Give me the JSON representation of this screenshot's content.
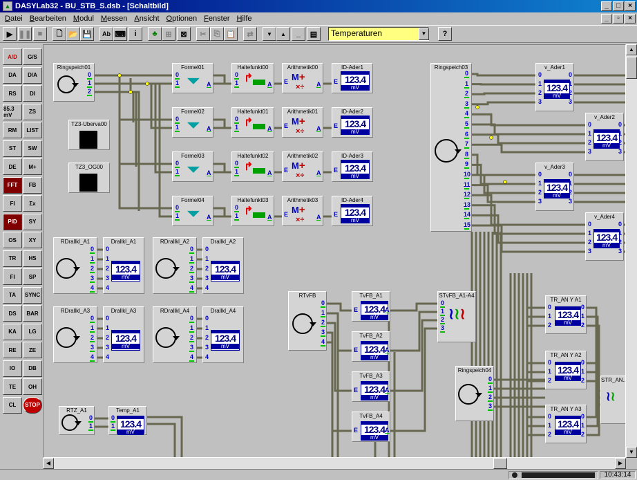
{
  "window": {
    "title": "DASYLab32 - BU_STB_S.dsb - [Schaltbild]"
  },
  "menu": [
    "Datei",
    "Bearbeiten",
    "Modul",
    "Messen",
    "Ansicht",
    "Optionen",
    "Fenster",
    "Hilfe"
  ],
  "toolbar": {
    "combo_value": "Temperaturen",
    "help_label": "?"
  },
  "status": {
    "time": "10:43:14"
  },
  "meter": {
    "value": "123.4",
    "unit": "mV"
  },
  "blocks": {
    "ringspeich01": "Ringspeich01",
    "formel00": "Formel01",
    "formel02": "Formel02",
    "formel03": "Formel03",
    "formel04": "Formel04",
    "halte00": "Haltefunkt00",
    "halte01": "Haltefunkt01",
    "halte02": "Haltefunkt02",
    "halte03": "Haltefunkt03",
    "arith00": "Arithmetik00",
    "arith01": "Arithmetik01",
    "arith02": "Arithmetik02",
    "arith03": "Arithmetik03",
    "ider1": "ID-Ader1",
    "ider2": "ID-Ader2",
    "ider3": "ID-Ader3",
    "ider4": "ID-Ader4",
    "tz23u": "TZ3-Uberva00",
    "tz23o": "TZ3_OG00",
    "rdra1": "RDrallkl_A1",
    "dra1": "Drallkl_A1",
    "rdra2": "RDrallkl_A2",
    "dra2": "Drallkl_A2",
    "rdra3": "RDrallkl_A3",
    "dra3": "Drallkl_A3",
    "rdra4": "RDrallkl_A4",
    "dra4": "Drallkl_A4",
    "rtz": "RTZ_A1",
    "temp": "Temp_A1",
    "rtvfb": "RTvFB",
    "tvfb1": "TvFB_A1",
    "tvfb2": "TvFB_A2",
    "tvfb3": "TvFB_A3",
    "tvfb4": "TvFB_A4",
    "stvfb": "STvFB_A1-A4",
    "ringspeich03": "Ringspeich03",
    "vader1": "v_Ader1",
    "vader2": "v_Ader2",
    "vader3": "v_Ader3",
    "vader4": "v_Ader4",
    "ringspeich04": "Ringspeich04",
    "tr1": "TR_AN Y A1",
    "tr2": "TR_AN Y A2",
    "tr3": "TR_AN Y A3",
    "str": "STR_AN..."
  },
  "palette": [
    "A/D",
    "G/S",
    "DA",
    "D/A",
    "RS",
    "DI",
    "85.3 mV",
    "ZS",
    "RM",
    "LIST",
    "ST",
    "SW",
    "DE",
    "M+",
    "FFT",
    "FB",
    "FI",
    "Σx",
    "PID",
    "SY",
    "OS",
    "XY",
    "TR",
    "HS",
    "FI",
    "SP",
    "TA",
    "SYNC",
    "DS",
    "BAR",
    "KA",
    "LG",
    "RE",
    "ZE",
    "IO",
    "DB",
    "TE",
    "OH",
    "CL",
    "STOP"
  ],
  "colors": {
    "title_start": "#000080",
    "title_end": "#1084d0",
    "combo_bg": "#ffff80",
    "wire": "#686850",
    "pin_number": "#0000c0",
    "pin_bar": "#00c000"
  }
}
